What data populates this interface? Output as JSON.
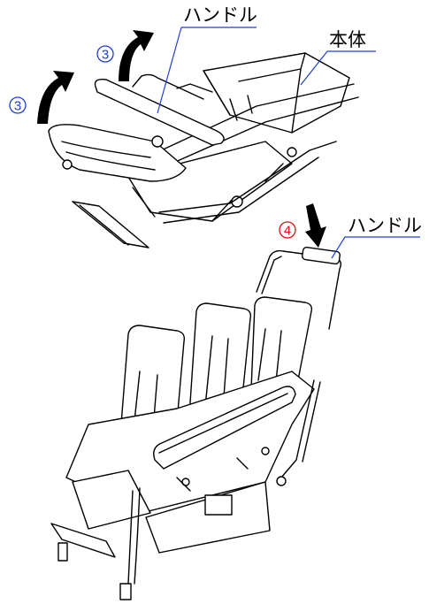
{
  "labels": {
    "handle_top": "ハンドル",
    "body": "本体",
    "handle_bottom": "ハンドル"
  },
  "steps": {
    "step3_left": "3",
    "step3_right": "3",
    "step4": "4"
  },
  "colors": {
    "leader_line": "#1f3fd8",
    "step3_circle": "#1f3fd8",
    "step4_circle": "#e01010",
    "drawing": "#000000"
  },
  "icons": {
    "rotate_arrow": "curved-arrow-icon",
    "press_arrow": "down-arrow-icon"
  }
}
